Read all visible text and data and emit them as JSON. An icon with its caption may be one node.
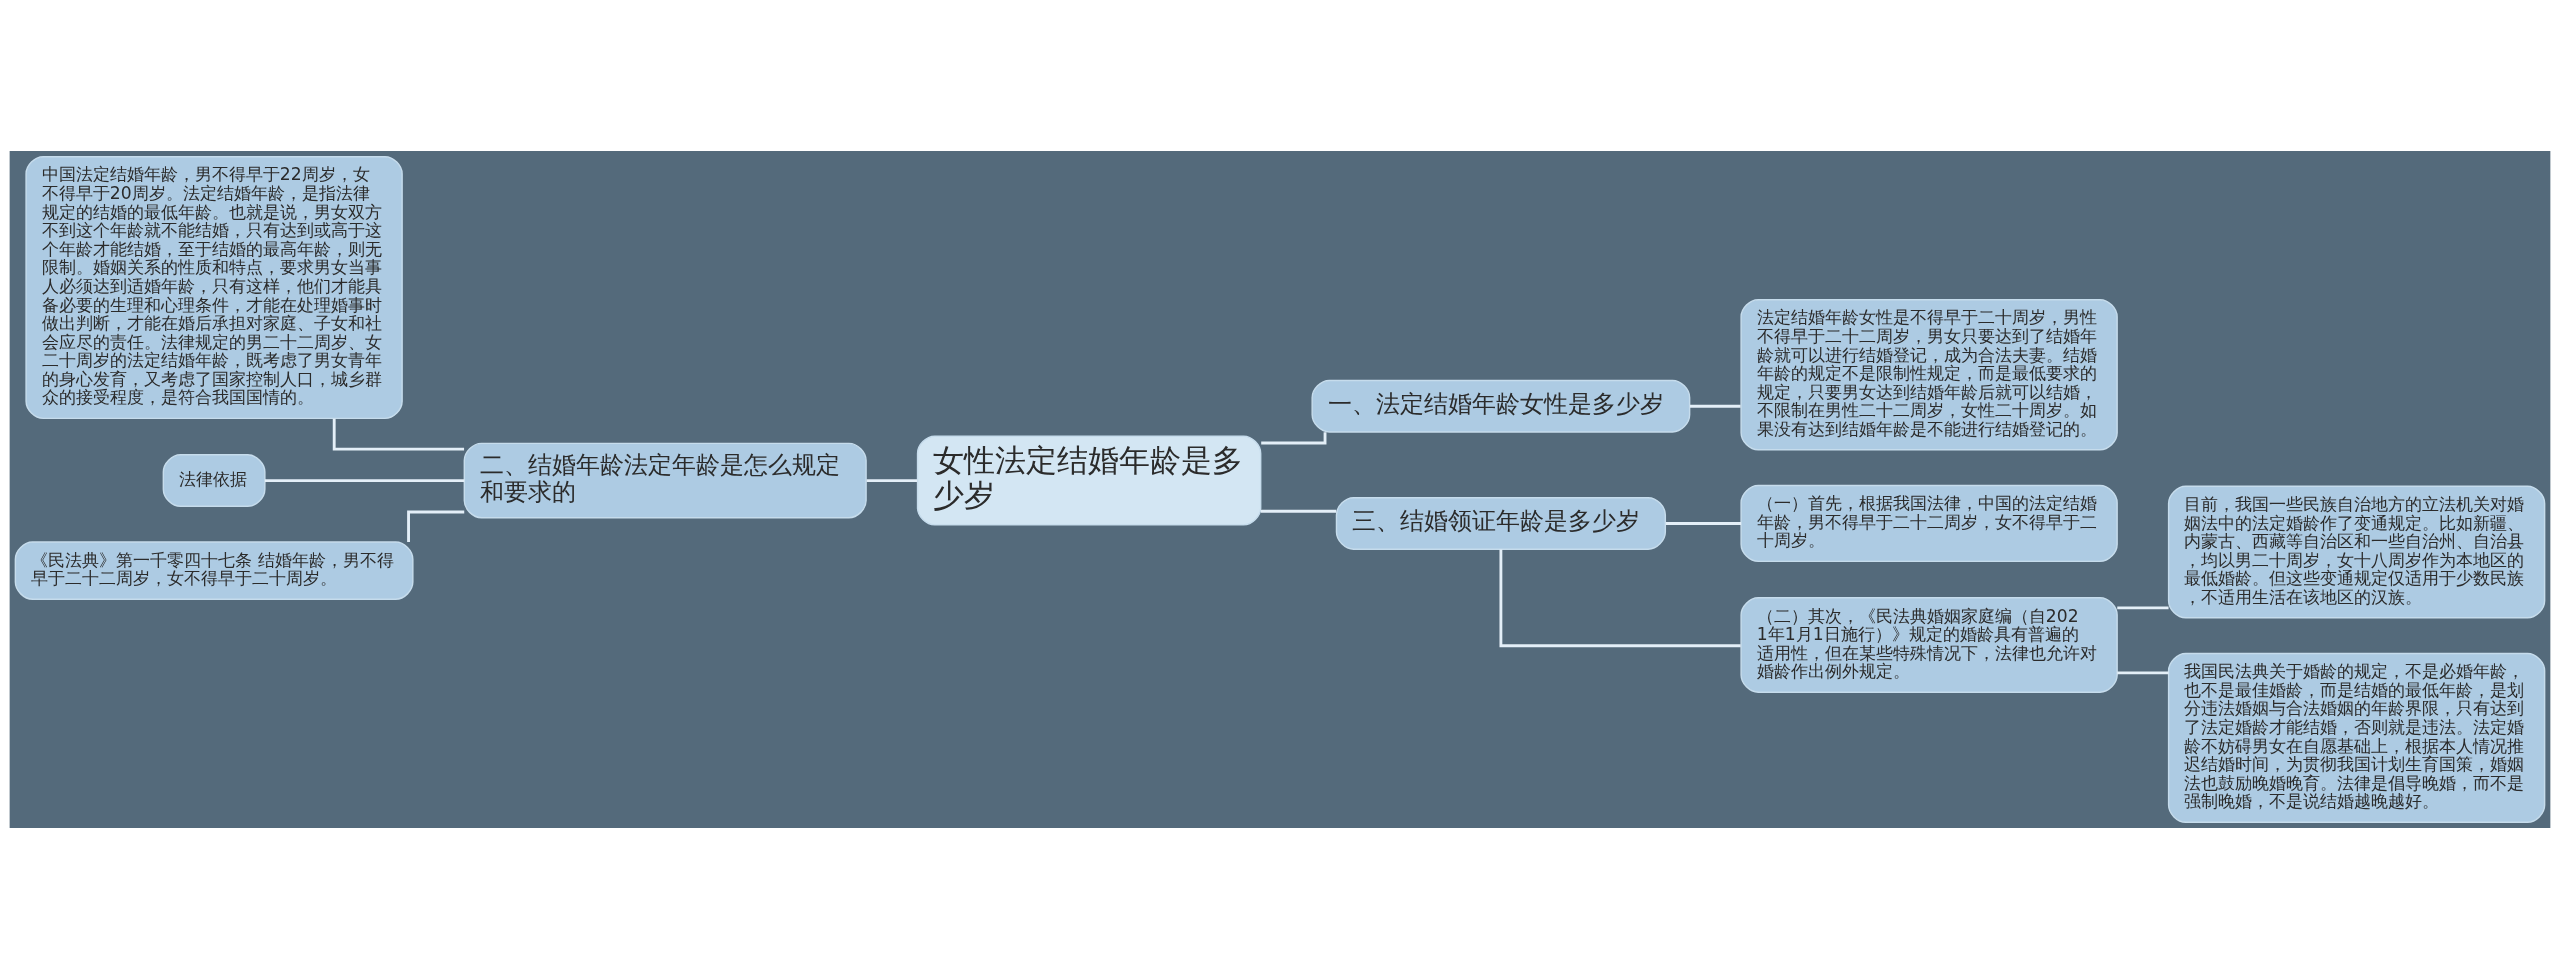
{
  "diagram": {
    "nodes": [
      {
        "text": [
          "女性法定结婚年龄是多少岁"
        ]
      },
      {
        "text": [
          "二、结婚年龄法定年龄是怎么规定和要求的"
        ]
      },
      {
        "text": [
          "中国法定结婚年龄，男不得早于22周岁，女不得早于20周岁。法定结婚年龄，是指法律规定的结婚的最低年龄。也就是说，男女双方不到这个年龄就不能结婚，只有达到或高于这个年龄才能结婚，至于结婚的最高年龄，则无限制。婚姻关系的性质和特点，要求男女当事人必须达到适婚年龄，只有这样，他们才能具备必要的生理和心理条件，才能在处理婚事时做出判断，才能在婚后承担对家庭、子女和社会应尽的责任。法律规定的男二十二周岁、女二十周岁的法定结婚年龄，既考虑了男女青年的身心发育，又考虑了国家控制人口，城乡群众的接受程度，是符合我国国情的。"
        ]
      },
      {
        "text": [
          "法律依据"
        ]
      },
      {
        "text": [
          "《民法典》第一千零四十七条 结婚年龄，男不得早于二十二周岁，女不得早于二十周岁。"
        ]
      },
      {
        "text": [
          "一、法定结婚年龄女性是多少岁"
        ]
      },
      {
        "text": [
          "法定结婚年龄女性是不得早于二十周岁，男性不得早于二十二周岁，男女只要达到了结婚年龄就可以进行结婚登记，成为合法夫妻。结婚年龄的规定不是限制性规定，而是最低要求的规定，只要男女达到结婚年龄后就可以结婚，不限制在男性二十二周岁，女性二十周岁。如果没有达到结婚年龄是不能进行结婚登记的。"
        ]
      },
      {
        "text": [
          "三、结婚领证年龄是多少岁"
        ]
      },
      {
        "text": [
          "（一）首先，根据我国法律，中国的法定结婚年龄，男不得早于二十二周岁，女不得早于二十周岁。"
        ]
      },
      {
        "text": [
          "（二）其次，《民法典婚姻家庭编（自2021年1月1日施行）》规定的婚龄具有普遍的适用性，但在某些特殊情况下，法律也允许对婚龄作出例外规定。"
        ]
      },
      {
        "text": [
          "目前，我国一些民族自治地方的立法机关对婚姻法中的法定婚龄作了变通规定。比如新疆、内蒙古、西藏等自治区和一些自治州、自治县，均以男二十周岁，女十八周岁作为本地区的最低婚龄。但这些变通规定仅适用于少数民族，不适用生活在该地区的汉族。"
        ]
      },
      {
        "text": [
          "我国民法典关于婚龄的规定，不是必婚年龄，也不是最佳婚龄，而是结婚的最低年龄，是划分违法婚姻与合法婚姻的年龄界限，只有达到了法定婚龄才能结婚，否则就是违法。法定婚龄不妨碍男女在自愿基础上，根据本人情况推迟结婚时间，为贯彻我国计划生育国策，婚姻法也鼓励晚婚晚育。法律是倡导晚婚，而不是强制晚婚，不是说结婚越晚越好。"
        ]
      }
    ],
    "edges": [
      {
        "from": 0,
        "to": 1,
        "arrow": "none"
      },
      {
        "from": 1,
        "to": 2,
        "arrow": "none"
      },
      {
        "from": 1,
        "to": 3,
        "arrow": "none"
      },
      {
        "from": 1,
        "to": 4,
        "arrow": "none"
      },
      {
        "from": 0,
        "to": 5,
        "arrow": "none"
      },
      {
        "from": 5,
        "to": 6,
        "arrow": "none"
      },
      {
        "from": 0,
        "to": 7,
        "arrow": "none"
      },
      {
        "from": 7,
        "to": 8,
        "arrow": "none"
      },
      {
        "from": 7,
        "to": 9,
        "arrow": "none"
      },
      {
        "from": 9,
        "to": 10,
        "arrow": "none"
      },
      {
        "from": 9,
        "to": 11,
        "arrow": "none"
      }
    ]
  }
}
